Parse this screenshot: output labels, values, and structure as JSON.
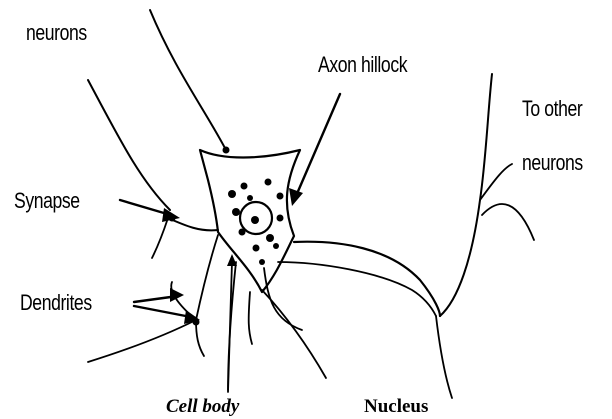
{
  "labels": {
    "neurons_top": "neurons",
    "axon_hillock": "Axon hillock",
    "to_other": "To other",
    "neurons_right": "neurons",
    "synapse": "Synapse",
    "dendrites": "Dendrites",
    "cell_body": "Cell body",
    "nucleus": "Nucleus"
  },
  "colors": {
    "ink": "#000000",
    "background": "#ffffff"
  }
}
